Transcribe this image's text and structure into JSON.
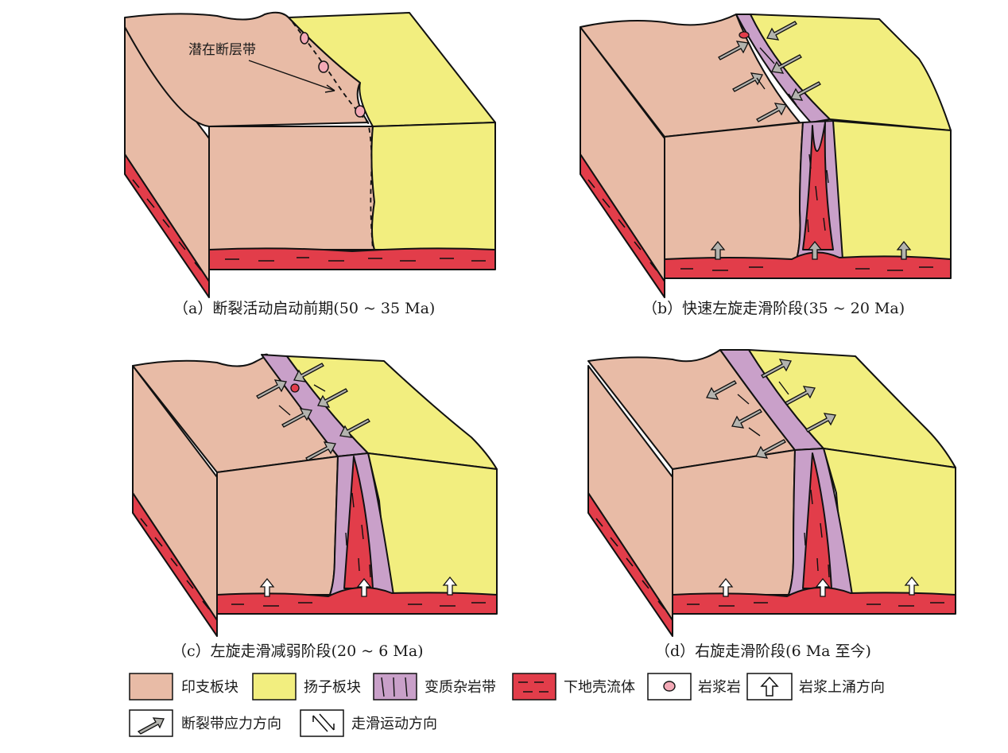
{
  "colors": {
    "india_block": "#e8bba6",
    "yangtze_block": "#f2ee7f",
    "melange_zone": "#c9a0c9",
    "lower_crust_flow": "#e23d4a",
    "magma": "#f3a9b6",
    "stress_arrow": "#b3b3ae",
    "outline": "#111111"
  },
  "panels": [
    {
      "id": "a",
      "caption": "（a）断裂活动启动前期(50 ~ 35 Ma)",
      "annotation": "潜在断层带"
    },
    {
      "id": "b",
      "caption": "（b）快速左旋走滑阶段(35 ~ 20 Ma)"
    },
    {
      "id": "c",
      "caption": "（c）左旋走滑减弱阶段(20 ~ 6 Ma)"
    },
    {
      "id": "d",
      "caption": "（d）右旋走滑阶段(6 Ma 至今)"
    }
  ],
  "legend": {
    "india_block": "印支板块",
    "yangtze_block": "扬子板块",
    "melange_zone": "变质杂岩带",
    "lower_crust_flow": "下地壳流体",
    "magma": "岩浆岩",
    "magma_upwelling": "岩浆上涌方向",
    "stress_direction": "断裂带应力方向",
    "strike_slip": "走滑运动方向"
  }
}
